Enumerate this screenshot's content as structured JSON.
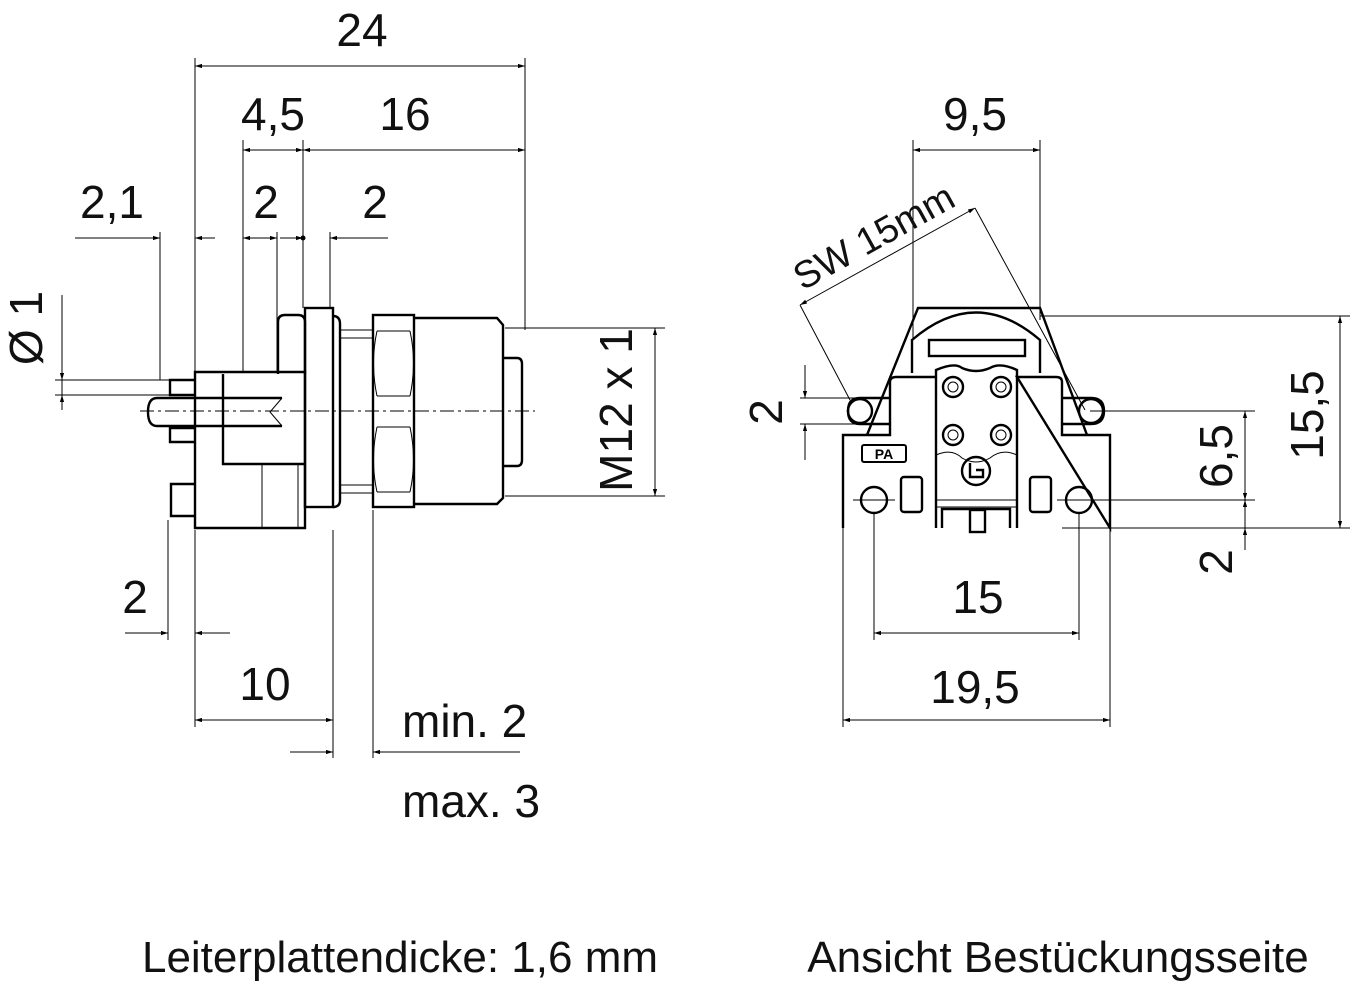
{
  "side_view": {
    "dims": {
      "overall_length": "24",
      "flange_offset": "4,5",
      "front_length": "16",
      "pin_offset": "2,1",
      "pitch_left": "2",
      "pitch_right": "2",
      "pin_diameter": "Ø 1",
      "thread": "M12 x 1",
      "lower_pin": "2",
      "body_depth": "10",
      "panel_min": "min. 2",
      "panel_max": "max. 3"
    },
    "caption": "Leiterplattendicke: 1,6 mm"
  },
  "front_view": {
    "dims": {
      "top_width": "9,5",
      "wrench_size": "SW 15mm",
      "lug_height": "2",
      "hole_height": "6,5",
      "total_height": "15,5",
      "bottom_offset": "2",
      "hole_spacing": "15",
      "total_width": "19,5"
    },
    "marking": "PA",
    "caption": "Ansicht Bestückungsseite"
  }
}
